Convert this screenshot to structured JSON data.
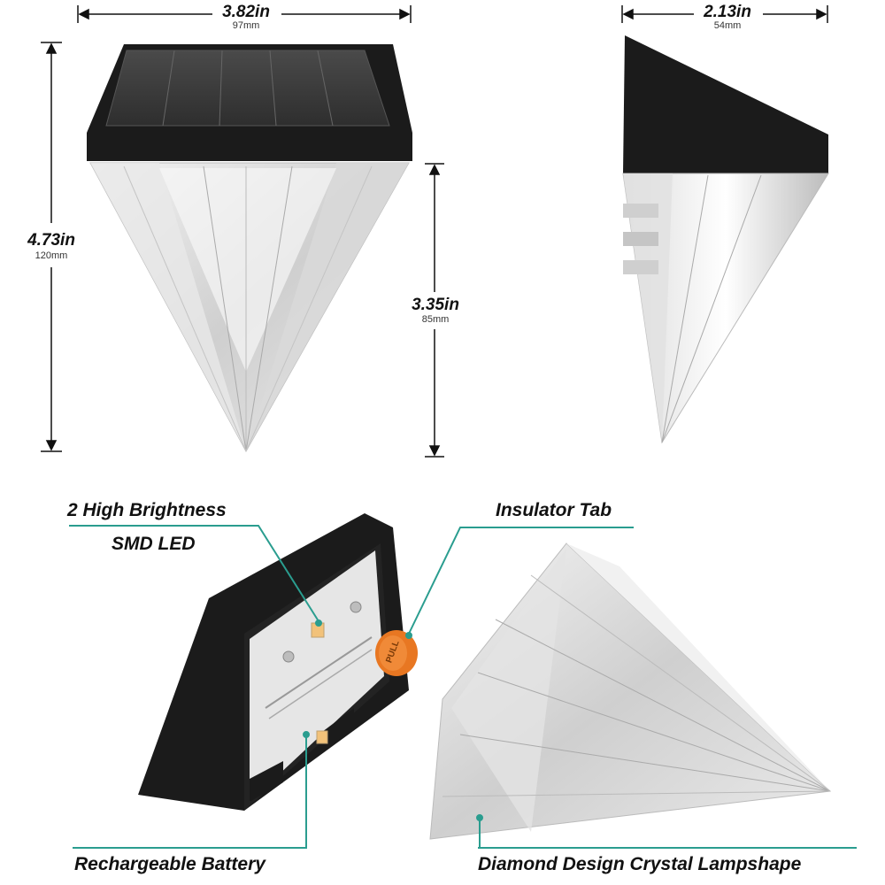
{
  "dimensions": {
    "front_width": {
      "value": "3.82in",
      "metric": "97mm"
    },
    "side_width": {
      "value": "2.13in",
      "metric": "54mm"
    },
    "total_height": {
      "value": "4.73in",
      "metric": "120mm"
    },
    "lamp_height": {
      "value": "3.35in",
      "metric": "85mm"
    }
  },
  "callouts": {
    "led_line1": "2 High Brightness",
    "led_line2": "SMD LED",
    "insulator": "Insulator Tab",
    "battery": "Rechargeable Battery",
    "lampshade": "Diamond Design Crystal Lampshape"
  },
  "insulator_tab_text": "PULL",
  "colors": {
    "callout_line": "#2a9d8f",
    "housing": "#1b1b1b",
    "solar_panel": "#3a3a3a",
    "insulator_tab": "#e87722",
    "led": "#f2c27a"
  }
}
